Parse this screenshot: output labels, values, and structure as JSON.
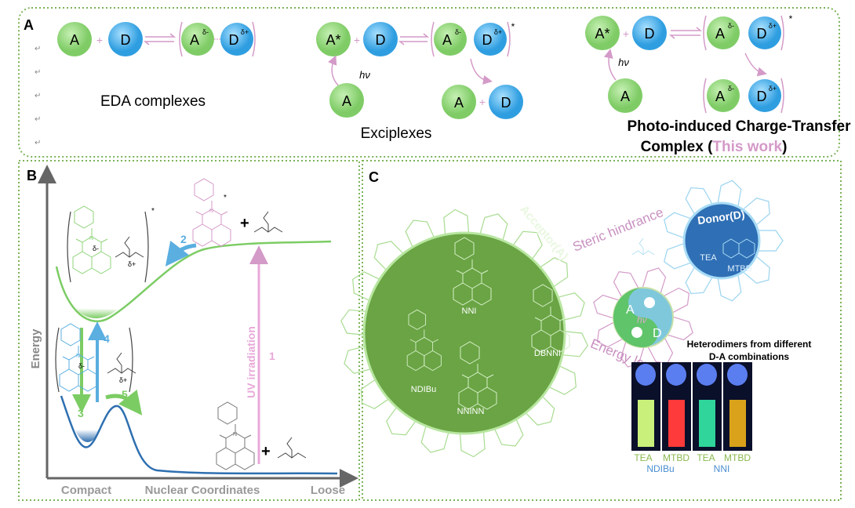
{
  "colors": {
    "acceptor": "#8fd47a",
    "donor": "#4aa8e0",
    "pink": "#d49ac8",
    "green_curve": "#7ccc64",
    "blue_curve": "#2e6fb0",
    "panel_border": "#7cb35a",
    "acceptor_gear": "#6aa444",
    "donor_gear": "#2f6fb5"
  },
  "return_mark": "↵",
  "panel_a": {
    "label": "A",
    "eda": {
      "acceptor": "A",
      "donor": "D",
      "plus": "+",
      "delta_minus": "δ-",
      "delta_plus": "δ+",
      "caption": "EDA complexes"
    },
    "exciplex": {
      "excited_acceptor": "A*",
      "donor": "D",
      "plus": "+",
      "hv": "hν",
      "ground_acceptor": "A",
      "delta_minus": "δ-",
      "delta_plus": "δ+",
      "star": "*",
      "caption": "Exciplexes"
    },
    "pctc": {
      "excited_acceptor": "A*",
      "donor": "D",
      "plus": "+",
      "hv": "hν",
      "ground_acceptor": "A",
      "delta_minus": "δ-",
      "delta_plus": "δ+",
      "star": "*",
      "caption_line1": "Photo-induced Charge-Transfer",
      "caption_line2_prefix": "Complex  (",
      "caption_highlight": "This work",
      "caption_suffix": ")"
    }
  },
  "panel_b": {
    "label": "B",
    "y_axis": "Energy",
    "x_axis_left": "Compact",
    "x_axis_center": "Nuclear Coordinates",
    "x_axis_right": "Loose",
    "uv_label": "UV irradiation",
    "steps": [
      "1",
      "2",
      "3",
      "4",
      "5"
    ],
    "delta_minus": "δ-",
    "delta_plus": "δ+",
    "star": "*",
    "plus": "+",
    "atom_n": "N",
    "atom_o": "O"
  },
  "panel_c": {
    "label": "C",
    "acceptor_title": "Acceptor(A)",
    "donor_title": "Donor(D)",
    "steric": "Steric hindrance",
    "energy": "Energy level",
    "yin_a": "A",
    "yin_d": "D",
    "yin_hv": "hν",
    "acceptors": [
      "NNI",
      "DBNNI",
      "NDIBu",
      "NNINN"
    ],
    "donors": [
      "TEA",
      "MTBD"
    ],
    "photo_title_1": "Heterodimers from different",
    "photo_title_2": "D-A combinations",
    "vials": [
      {
        "donor": "TEA",
        "color": "#c8f07a"
      },
      {
        "donor": "MTBD",
        "color": "#ff3a3a"
      },
      {
        "donor": "TEA",
        "color": "#2fd59a"
      },
      {
        "donor": "MTBD",
        "color": "#d9a21a"
      }
    ],
    "vial_groups": [
      "NDIBu",
      "NNI"
    ]
  }
}
